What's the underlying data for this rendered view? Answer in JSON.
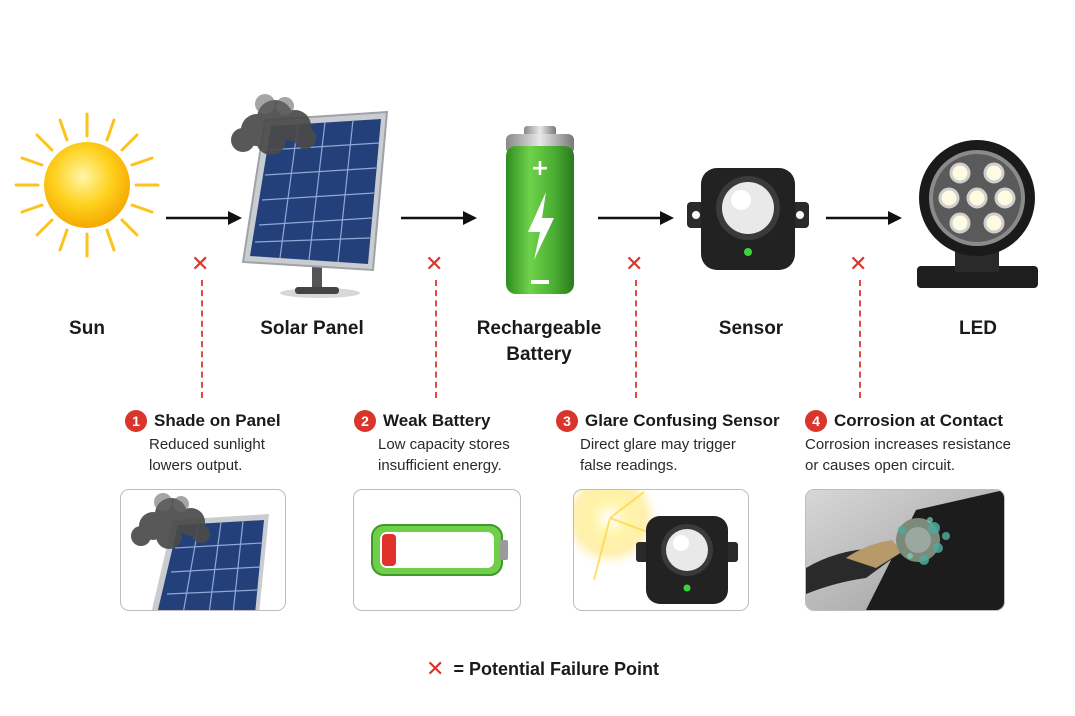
{
  "stages": [
    {
      "label": "Sun",
      "icon": "sun-icon"
    },
    {
      "label": "Solar Panel",
      "icon": "solar-panel-icon"
    },
    {
      "label": "Rechargeable Battery",
      "icon": "battery-icon"
    },
    {
      "label": "Sensor",
      "icon": "motion-sensor-icon"
    },
    {
      "label": "LED",
      "icon": "led-lamp-icon"
    }
  ],
  "failures": [
    {
      "number": "1",
      "title": "Shade on Panel",
      "desc_line1": "Reduced sunlight",
      "desc_line2": "lowers output."
    },
    {
      "number": "2",
      "title": "Weak Battery",
      "desc_line1": "Low capacity stores",
      "desc_line2": "insufficient energy."
    },
    {
      "number": "3",
      "title": "Glare Confusing Sensor",
      "desc_line1": "Direct glare may trigger",
      "desc_line2": "false readings."
    },
    {
      "number": "4",
      "title": "Corrosion at Contact",
      "desc_line1": "Corrosion increases resistance",
      "desc_line2": "or causes open circuit."
    }
  ],
  "legend": {
    "symbol": "✕",
    "text": "= Potential Failure Point"
  },
  "colors": {
    "failure_red": "#d9352c",
    "battery_green": "#4caf34",
    "panel_blue": "#24407a"
  }
}
